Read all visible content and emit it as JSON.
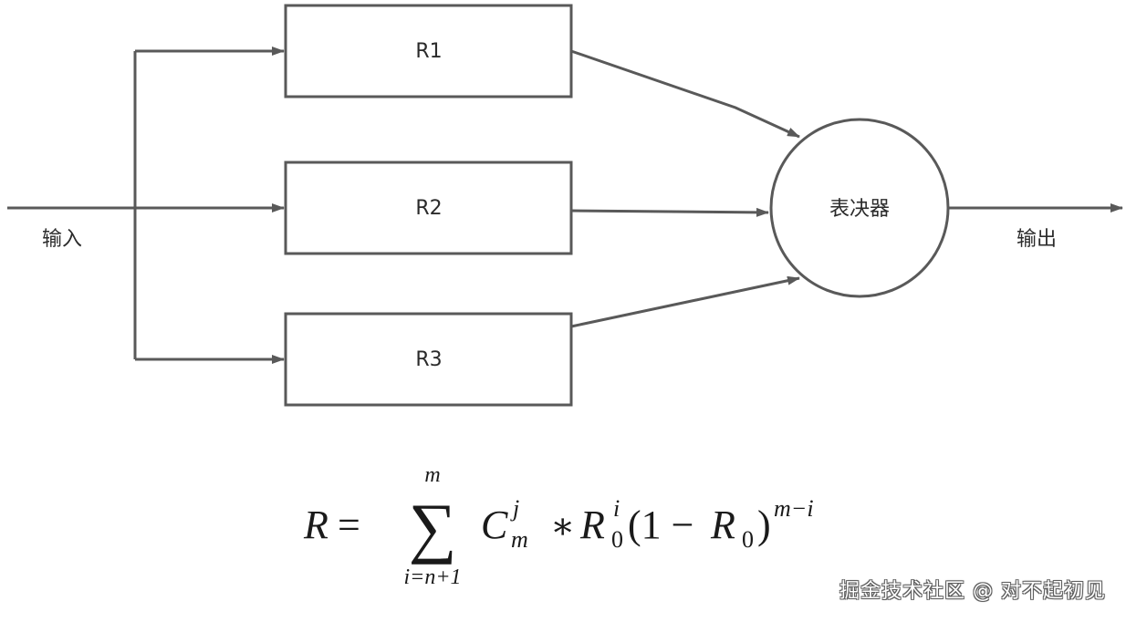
{
  "blocks": {
    "r1": "R1",
    "r2": "R2",
    "r3": "R3",
    "voter": "表决器"
  },
  "labels": {
    "input": "输入",
    "output": "输出"
  },
  "formula": {
    "lhs": "R",
    "equals": "=",
    "sum_symbol": "∑",
    "sum_upper": "m",
    "sum_lower": "i=n+1",
    "c": "C",
    "c_sup": "j",
    "c_sub": "m",
    "times": "∗",
    "r": "R",
    "r_sup": "i",
    "r_sub": "0",
    "paren_open": "(1 −",
    "r2": "R",
    "r2_sub": "0",
    "paren_close": ")",
    "exponent": "m−i"
  },
  "watermark": "掘金技术社区 @ 对不起初见"
}
